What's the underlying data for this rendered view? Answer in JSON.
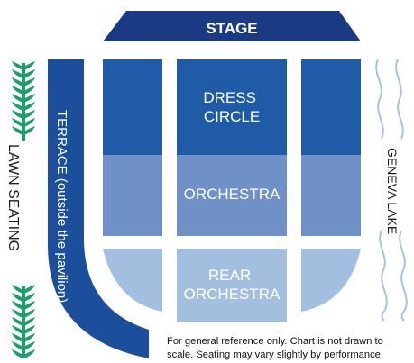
{
  "stage": {
    "label": "STAGE"
  },
  "sections": {
    "dress_circle": [
      "DRESS",
      "CIRCLE"
    ],
    "orchestra": "ORCHESTRA",
    "rear_orchestra": [
      "REAR",
      "ORCHESTRA"
    ]
  },
  "terrace": {
    "label": "TERRACE (outside the pavilion)"
  },
  "lawn": {
    "label": "LAWN SEATING"
  },
  "lake": {
    "label": "GENEVA LAKE"
  },
  "note": {
    "line1": "For general reference only. Chart is not drawn to",
    "line2": "scale. Seating may vary slightly by performance."
  },
  "colors": {
    "stage": "#1b3a84",
    "dress_circle": "#1f5ba7",
    "orchestra": "#6f91c7",
    "rear_orchestra": "#a3bfe0",
    "terrace": "#1b4f9c",
    "lawn": "#1e9e6a",
    "lake": "#a7c3e2"
  },
  "icons": {
    "lawn": "grass-icon",
    "lake": "wave-icon"
  }
}
